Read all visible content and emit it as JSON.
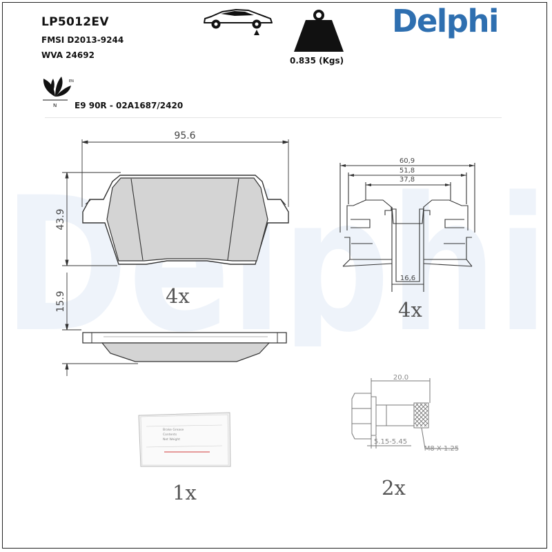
{
  "header": {
    "part_number": "LP5012EV",
    "fmsi": "FMSI D2013-9244",
    "wva": "WVA 24692",
    "approval": "E9 90R - 02A1687/2420",
    "weight": "0.835 (Kgs)"
  },
  "brand": {
    "logo_text": "Delphi",
    "watermark_text": "Delphi",
    "color": "#2e6fb0"
  },
  "icons": {
    "car": "car-side-icon",
    "weight": "weight-icon",
    "eco": "eco-leaf-icon"
  },
  "pad": {
    "width": "95.6",
    "height": "43.9",
    "thickness": "15.9",
    "quantity": "4x"
  },
  "clip": {
    "width_outer": "60,9",
    "width_mid": "51,8",
    "width_inner": "37,8",
    "tab_width": "16,6",
    "quantity": "4x"
  },
  "grease": {
    "quantity": "1x",
    "packet_lines": [
      "Brake Grease",
      "Contents",
      "Net Weight"
    ]
  },
  "bolt": {
    "length": "20.0",
    "head_height": "5.15-5.45",
    "thread": "M8 X 1.25",
    "quantity": "2x"
  }
}
